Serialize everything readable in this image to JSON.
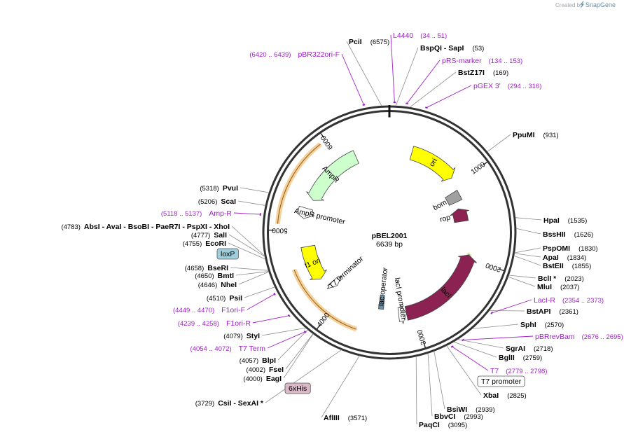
{
  "credit": {
    "prefix": "Created by",
    "brand": "SnapGene"
  },
  "plasmid": {
    "name": "pBEL2001",
    "size_label": "6639 bp",
    "length": 6639
  },
  "ticks": [
    {
      "bp": 1000,
      "label": "1000"
    },
    {
      "bp": 2000,
      "label": "2000"
    },
    {
      "bp": 3000,
      "label": "3000"
    },
    {
      "bp": 4000,
      "label": "4000"
    },
    {
      "bp": 5000,
      "label": "5000"
    },
    {
      "bp": 6000,
      "label": "6000"
    }
  ],
  "sites": [
    {
      "bp": 6575,
      "name": "PciI",
      "pos": "(6575)"
    },
    {
      "bp": 53,
      "name": "BspQI  -  SapI",
      "pos": "(53)"
    },
    {
      "bp": 169,
      "name": "BstZ17I",
      "pos": "(169)"
    },
    {
      "bp": 931,
      "name": "PpuMI",
      "pos": "(931)"
    },
    {
      "bp": 1535,
      "name": "HpaI",
      "pos": "(1535)"
    },
    {
      "bp": 1626,
      "name": "BssHII",
      "pos": "(1626)"
    },
    {
      "bp": 1830,
      "name": "PspOMI",
      "pos": "(1830)"
    },
    {
      "bp": 1834,
      "name": "ApaI",
      "pos": "(1834)"
    },
    {
      "bp": 1855,
      "name": "BstEII",
      "pos": "(1855)"
    },
    {
      "bp": 2023,
      "name": "BclI  *",
      "pos": "(2023)"
    },
    {
      "bp": 2037,
      "name": "MluI",
      "pos": "(2037)"
    },
    {
      "bp": 2361,
      "name": "BstAPI",
      "pos": "(2361)"
    },
    {
      "bp": 2570,
      "name": "SphI",
      "pos": "(2570)"
    },
    {
      "bp": 2718,
      "name": "SgrAI",
      "pos": "(2718)"
    },
    {
      "bp": 2759,
      "name": "BglII",
      "pos": "(2759)"
    },
    {
      "bp": 2825,
      "name": "XbaI",
      "pos": "(2825)"
    },
    {
      "bp": 2939,
      "name": "BsiWI",
      "pos": "(2939)"
    },
    {
      "bp": 2993,
      "name": "BbvCI",
      "pos": "(2993)"
    },
    {
      "bp": 3095,
      "name": "PaqCI",
      "pos": "(3095)"
    },
    {
      "bp": 3571,
      "name": "AflIII",
      "pos": "(3571)"
    },
    {
      "bp": 3729,
      "name": "CsiI  -  SexAI  *",
      "pos": "(3729)"
    },
    {
      "bp": 4000,
      "name": "EagI",
      "pos": "(4000)"
    },
    {
      "bp": 4002,
      "name": "FseI",
      "pos": "(4002)"
    },
    {
      "bp": 4057,
      "name": "BlpI",
      "pos": "(4057)"
    },
    {
      "bp": 4079,
      "name": "StyI",
      "pos": "(4079)"
    },
    {
      "bp": 4510,
      "name": "PsiI",
      "pos": "(4510)"
    },
    {
      "bp": 4646,
      "name": "NheI",
      "pos": "(4646)"
    },
    {
      "bp": 4650,
      "name": "BmtI",
      "pos": "(4650)"
    },
    {
      "bp": 4658,
      "name": "BseRI",
      "pos": "(4658)"
    },
    {
      "bp": 4755,
      "name": "EcoRI",
      "pos": "(4755)"
    },
    {
      "bp": 4777,
      "name": "SalI",
      "pos": "(4777)"
    },
    {
      "bp": 4783,
      "name": "AbsI   -  AvaI   -  BsoBI   -  PaeR7I   -  PspXI   -  XhoI",
      "pos": "(4783)"
    },
    {
      "bp": 5206,
      "name": "ScaI",
      "pos": "(5206)"
    },
    {
      "bp": 5318,
      "name": "PvuI",
      "pos": "(5318)"
    }
  ],
  "primers": [
    {
      "bp": 6430,
      "name": "pBR322ori-F",
      "range": "(6420 .. 6439)"
    },
    {
      "bp": 42,
      "name": "L4440",
      "range": "(34 .. 51)"
    },
    {
      "bp": 143,
      "name": "pRS-marker",
      "range": "(134 .. 153)"
    },
    {
      "bp": 305,
      "name": "pGEX 3'",
      "range": "(294 .. 316)"
    },
    {
      "bp": 2363,
      "name": "LacI-R",
      "range": "(2354 .. 2373)"
    },
    {
      "bp": 2685,
      "name": "pBRrevBam",
      "range": "(2676 .. 2695)"
    },
    {
      "bp": 2788,
      "name": "T7",
      "range": "(2779 .. 2798)"
    },
    {
      "bp": 4063,
      "name": "T7 Term",
      "range": "(4054 .. 4072)"
    },
    {
      "bp": 4248,
      "name": "F1ori-R",
      "range": "(4239 .. 4258)"
    },
    {
      "bp": 4459,
      "name": "F1ori-F",
      "range": "(4449 .. 4470)"
    },
    {
      "bp": 5127,
      "name": "Amp-R",
      "range": "(5118 .. 5137)"
    }
  ],
  "boxed": [
    {
      "name": "T7 promoter",
      "fill": "#ffffff"
    },
    {
      "name": "6xHis",
      "fill": "#d9b8c8"
    },
    {
      "name": "loxP",
      "fill": "#9fcfdc"
    }
  ],
  "features": [
    {
      "name": "ori",
      "color": "#ffff00",
      "start": 290,
      "end": 900,
      "dir": 1
    },
    {
      "name": "bom",
      "color": "#a0a0a0",
      "start": 1070,
      "end": 1210,
      "dir": 0
    },
    {
      "name": "rop",
      "color": "#8b2252",
      "start": 1310,
      "end": 1500,
      "dir": -1
    },
    {
      "name": "lacI",
      "color": "#8b2252",
      "start": 1950,
      "end": 3100,
      "dir": -1
    },
    {
      "name": "lacI promoter",
      "color": "#ffffff",
      "start": 3100,
      "end": 3200,
      "dir": -1
    },
    {
      "name": "lac operator",
      "color": "#6b8ea3",
      "start": 3400,
      "end": 3470,
      "dir": 0
    },
    {
      "name": "T7 terminator",
      "color": "#ffffff",
      "start": 4140,
      "end": 4230,
      "dir": -1
    },
    {
      "name": "f1 ori",
      "color": "#ffff00",
      "start": 4350,
      "end": 4800,
      "dir": -1
    },
    {
      "name": "AmpR promoter",
      "color": "#ffffff",
      "start": 5150,
      "end": 5280,
      "dir": -1
    },
    {
      "name": "AmpR",
      "color": "#ccffcc",
      "start": 5400,
      "end": 6200,
      "dir": -1
    }
  ]
}
